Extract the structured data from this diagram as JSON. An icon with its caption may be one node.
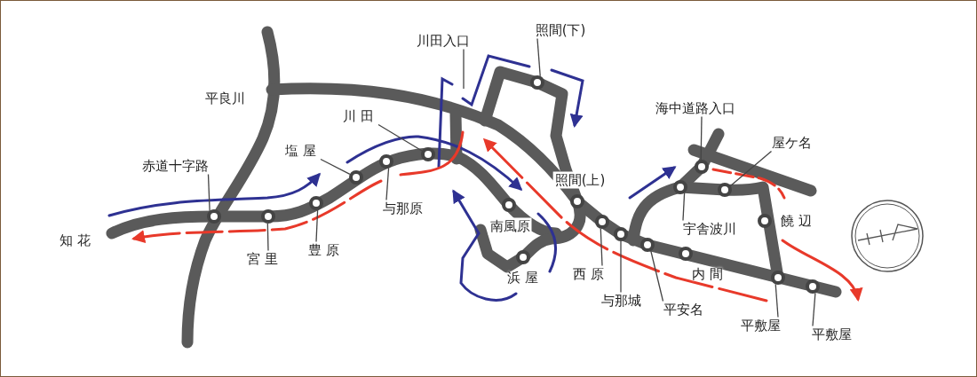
{
  "diagram": {
    "nodes": [
      {
        "text": [
          "照間(下)"
        ]
      },
      {
        "text": [],
        "shape": "circle"
      },
      {
        "text": [
          "川田入口"
        ]
      },
      {
        "text": [
          "川田"
        ]
      },
      {
        "text": [],
        "shape": "circle"
      },
      {
        "text": [
          "海中道路入口"
        ]
      },
      {
        "text": [],
        "shape": "circle"
      },
      {
        "text": [
          "屋ケ名"
        ]
      },
      {
        "text": [],
        "shape": "circle"
      },
      {
        "text": [
          "赤道十字路"
        ]
      },
      {
        "text": [],
        "shape": "circle"
      },
      {
        "text": [
          "塩屋"
        ]
      },
      {
        "text": [],
        "shape": "circle"
      },
      {
        "text": [
          "与那原"
        ]
      },
      {
        "text": [],
        "shape": "circle"
      },
      {
        "text": [
          "宇舎波川"
        ]
      },
      {
        "text": [],
        "shape": "circle"
      },
      {
        "text": [
          "宮里"
        ]
      },
      {
        "text": [],
        "shape": "circle"
      },
      {
        "text": [
          "豊原"
        ]
      },
      {
        "text": [],
        "shape": "circle"
      },
      {
        "text": [
          "西原"
        ]
      },
      {
        "text": [],
        "shape": "circle"
      },
      {
        "text": [
          "与那城"
        ]
      },
      {
        "text": [],
        "shape": "circle"
      },
      {
        "text": [
          "平安名"
        ]
      },
      {
        "text": [],
        "shape": "circle"
      },
      {
        "text": [
          "平敷屋"
        ]
      },
      {
        "text": [],
        "shape": "circle"
      },
      {
        "text": [
          "平敷屋"
        ]
      },
      {
        "text": [],
        "shape": "circle"
      },
      {
        "text": [],
        "shape": "circle"
      },
      {
        "text": [],
        "shape": "circle"
      },
      {
        "text": [],
        "shape": "circle"
      },
      {
        "text": [],
        "shape": "circle"
      },
      {
        "text": [],
        "shape": "circle"
      }
    ],
    "edges": [
      {
        "from": 0,
        "to": 1,
        "arrow": "none"
      },
      {
        "from": 2,
        "to": null,
        "arrow": "none"
      },
      {
        "from": 3,
        "to": 4,
        "arrow": "none"
      },
      {
        "from": 5,
        "to": 6,
        "arrow": "none"
      },
      {
        "from": 7,
        "to": 8,
        "arrow": "none"
      },
      {
        "from": 9,
        "to": 10,
        "arrow": "none"
      },
      {
        "from": 11,
        "to": 12,
        "arrow": "none"
      },
      {
        "from": 13,
        "to": 14,
        "arrow": "none"
      },
      {
        "from": 15,
        "to": 16,
        "arrow": "none"
      },
      {
        "from": 17,
        "to": 18,
        "arrow": "none"
      },
      {
        "from": 19,
        "to": 20,
        "arrow": "none"
      },
      {
        "from": 21,
        "to": 22,
        "arrow": "none"
      },
      {
        "from": 23,
        "to": 24,
        "arrow": "none"
      },
      {
        "from": 25,
        "to": 26,
        "arrow": "none"
      },
      {
        "from": 27,
        "to": 28,
        "arrow": "none"
      },
      {
        "from": 29,
        "to": 30,
        "arrow": "none"
      }
    ],
    "labels": [
      "平良川",
      "照間(上)",
      "饒辺",
      "南風原",
      "知花",
      "浜屋",
      "内間"
    ]
  }
}
